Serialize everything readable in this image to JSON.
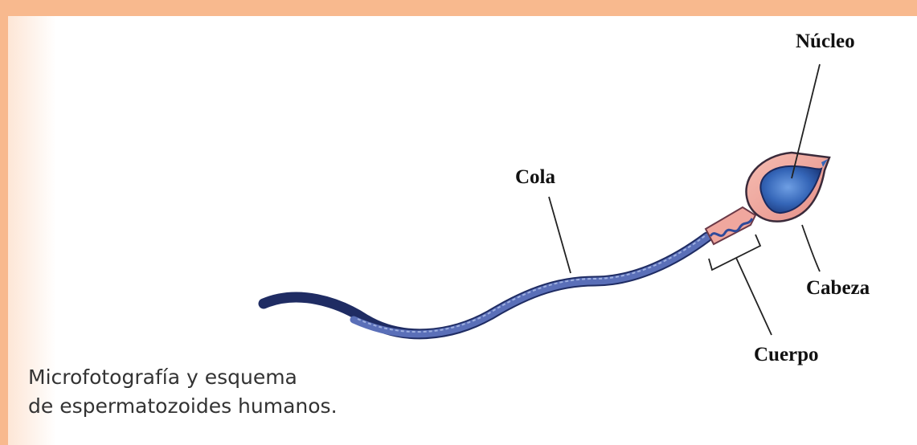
{
  "labels": {
    "nucleo": "Núcleo",
    "cola": "Cola",
    "cabeza": "Cabeza",
    "cuerpo": "Cuerpo"
  },
  "caption": {
    "line1": "Microfotografía y esquema",
    "line2": "de espermatozoides humanos."
  },
  "colors": {
    "border": "#f8b98e",
    "tail": "#4a5fa8",
    "tail_dark": "#2a3a78",
    "head": "#f2a9a0",
    "nucleus": "#3a6cc0"
  }
}
